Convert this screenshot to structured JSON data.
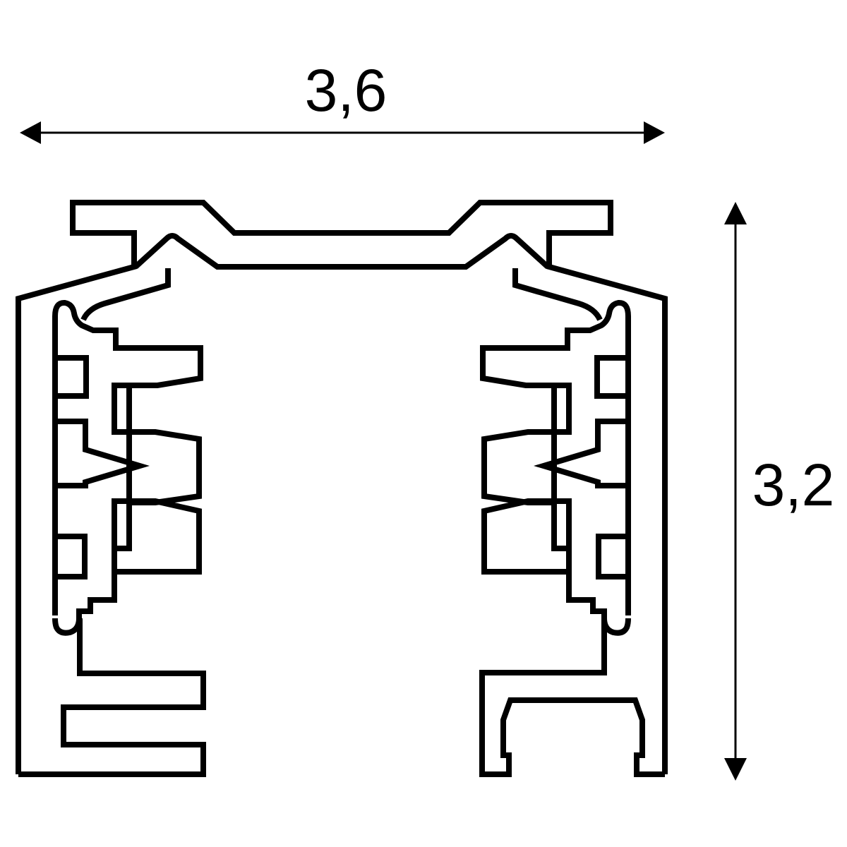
{
  "drawing": {
    "title": "track profile cross-section",
    "line_color": "#000000",
    "background_color": "#ffffff"
  },
  "dimensions": {
    "width": {
      "label": "3,6"
    },
    "height": {
      "label": "3,2"
    }
  },
  "icons": {
    "arrowhead_left": "filled-triangle-left",
    "arrowhead_right": "filled-triangle-right",
    "arrowhead_up": "filled-triangle-up",
    "arrowhead_down": "filled-triangle-down"
  }
}
